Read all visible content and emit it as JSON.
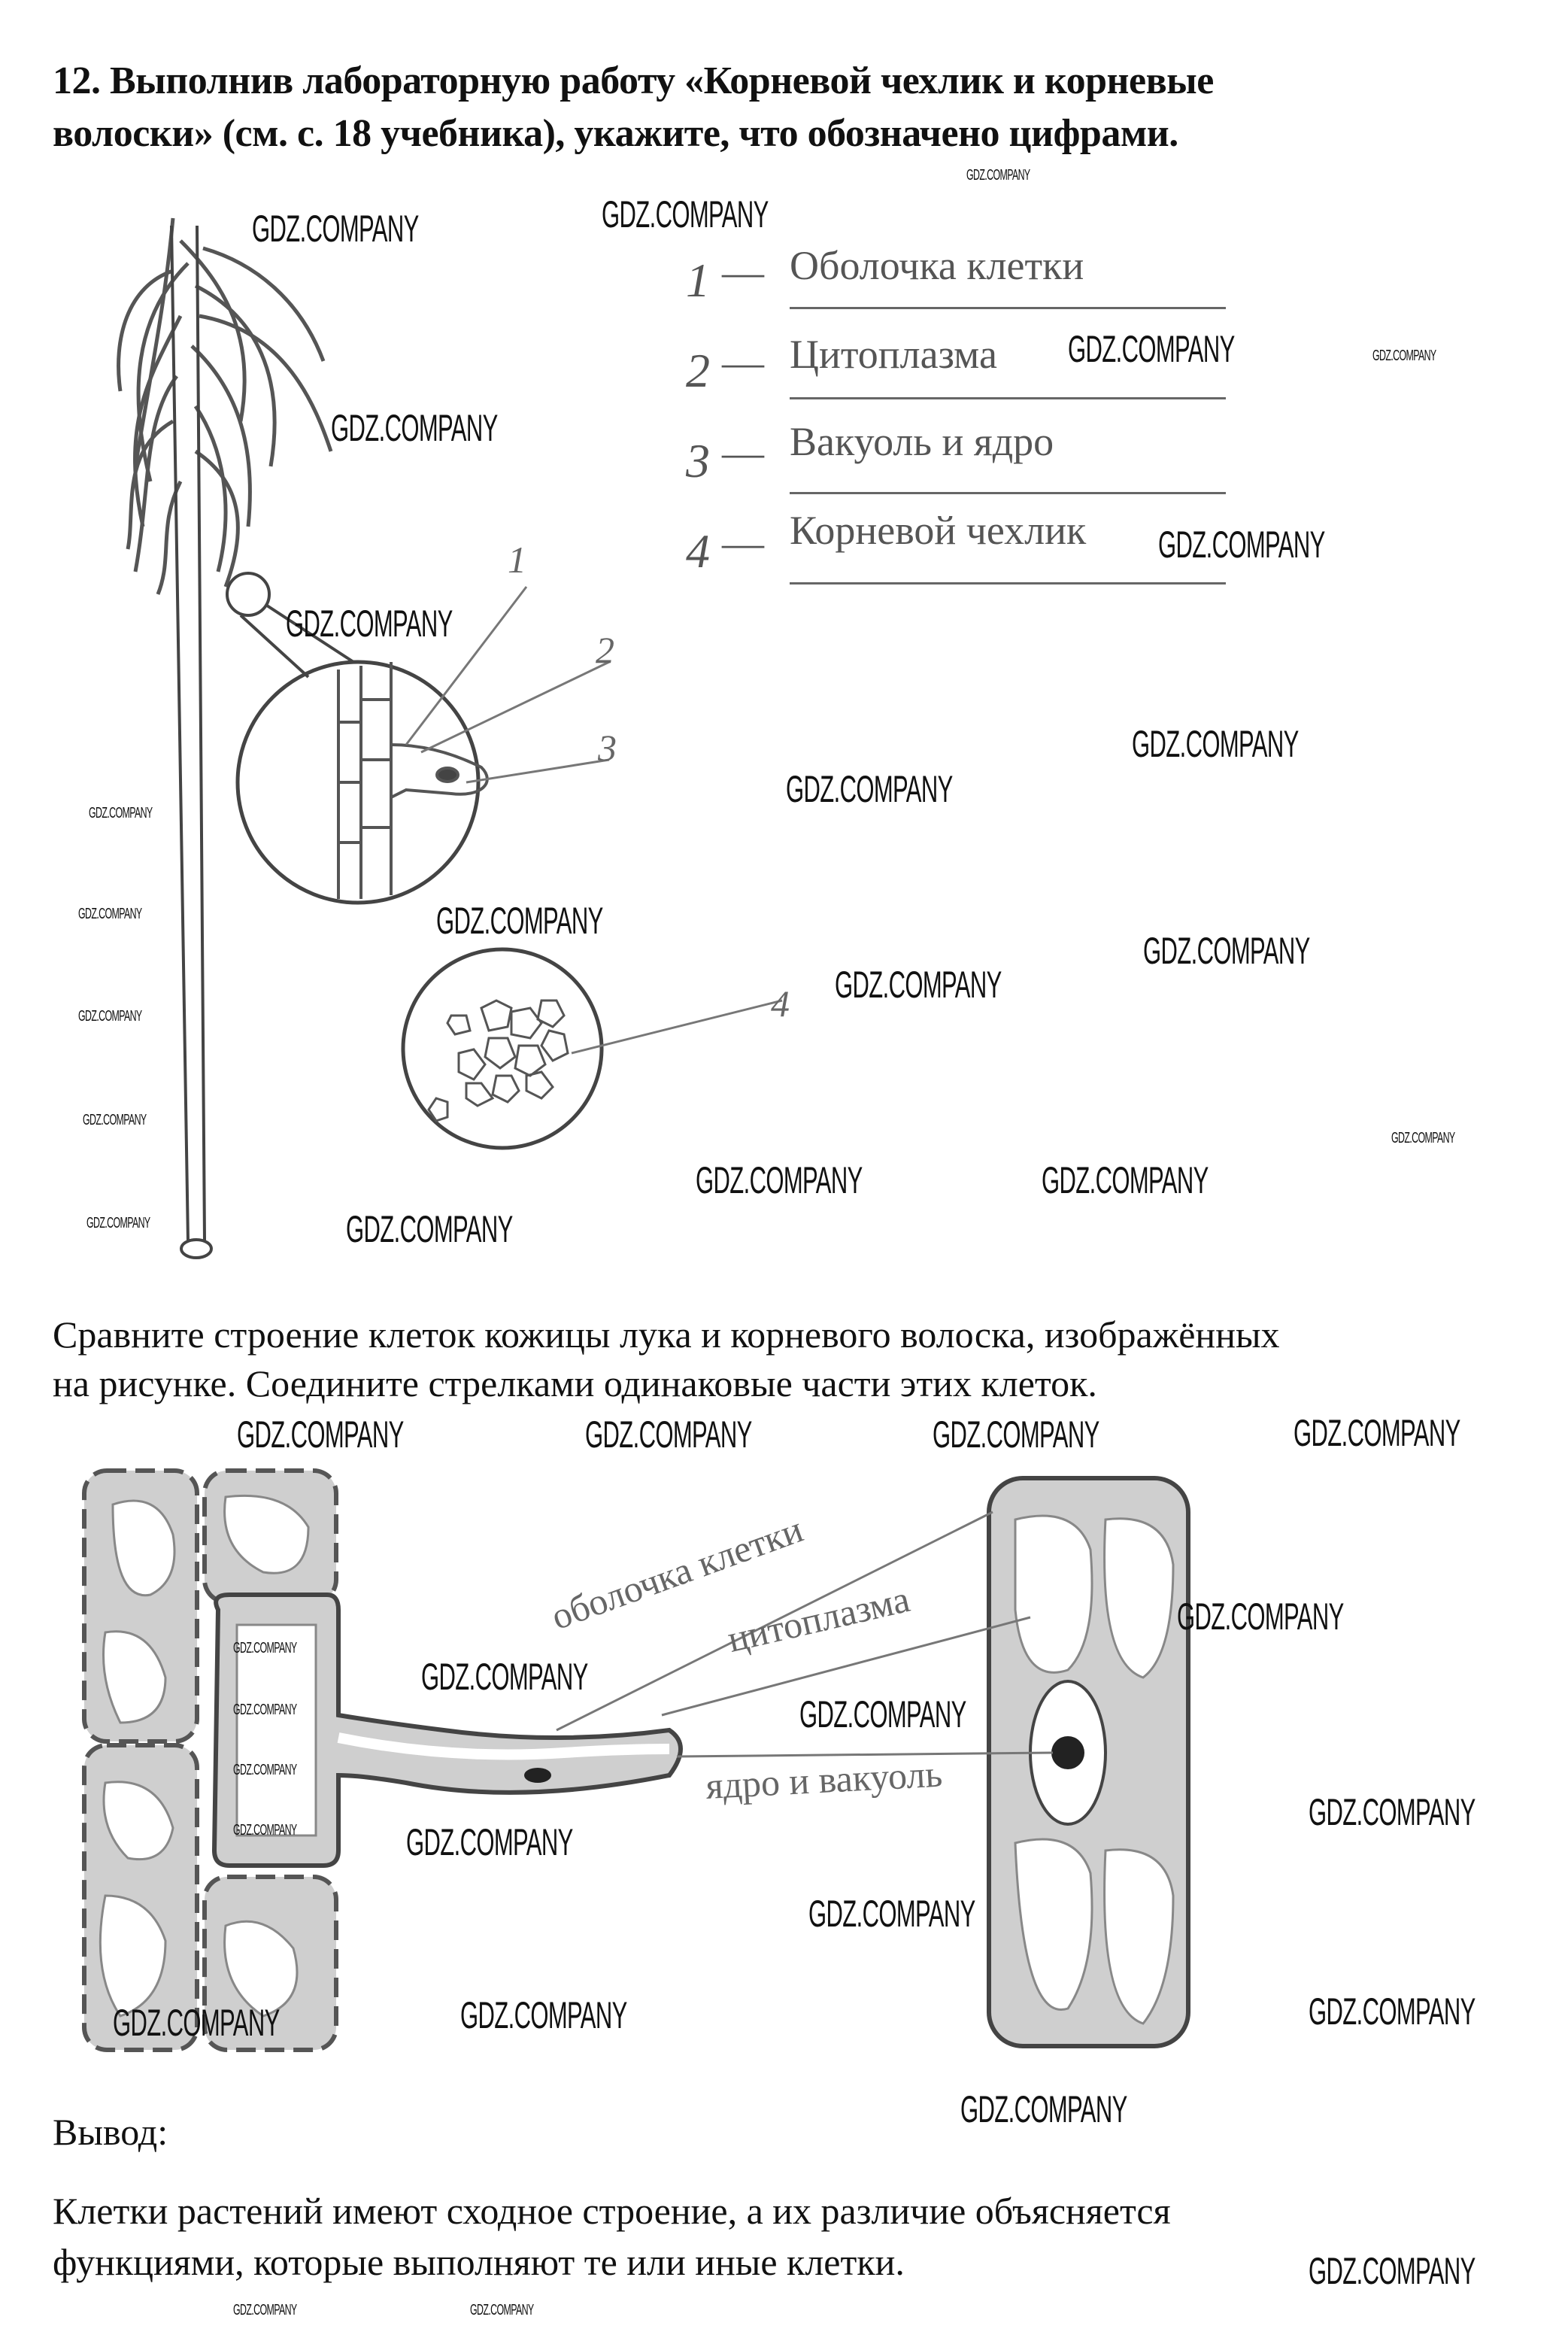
{
  "task": {
    "title_line1": "12. Выполнив лабораторную работу «Корневой чехлик и корневые",
    "title_line2": "волоски» (см. с. 18 учебника), укажите, что обозначено цифрами."
  },
  "answers": [
    {
      "num": "1",
      "dash": "—",
      "text": "Оболочка клетки"
    },
    {
      "num": "2",
      "dash": "—",
      "text": "Цитоплазма"
    },
    {
      "num": "3",
      "dash": "—",
      "text": "Вакуоль и ядро"
    },
    {
      "num": "4",
      "dash": "—",
      "text": "Корневой чехлик"
    }
  ],
  "figure1": {
    "labels": [
      "1",
      "2",
      "3",
      "4"
    ]
  },
  "compare": {
    "line1": "Сравните строение клеток кожицы лука и корневого волоска, изображённых",
    "line2": "на рисунке. Соедините стрелками одинаковые части этих клеток."
  },
  "figure2": {
    "labels": [
      "оболочка клетки",
      "цитоплазма",
      "ядро и вакуоль"
    ]
  },
  "conclusion": {
    "heading": "Вывод:",
    "line1": "Клетки растений имеют сходное строение, а их различие объясняется",
    "line2": "функциями, которые выполняют те или иные клетки."
  },
  "watermark": "GDZ.COMPANY"
}
